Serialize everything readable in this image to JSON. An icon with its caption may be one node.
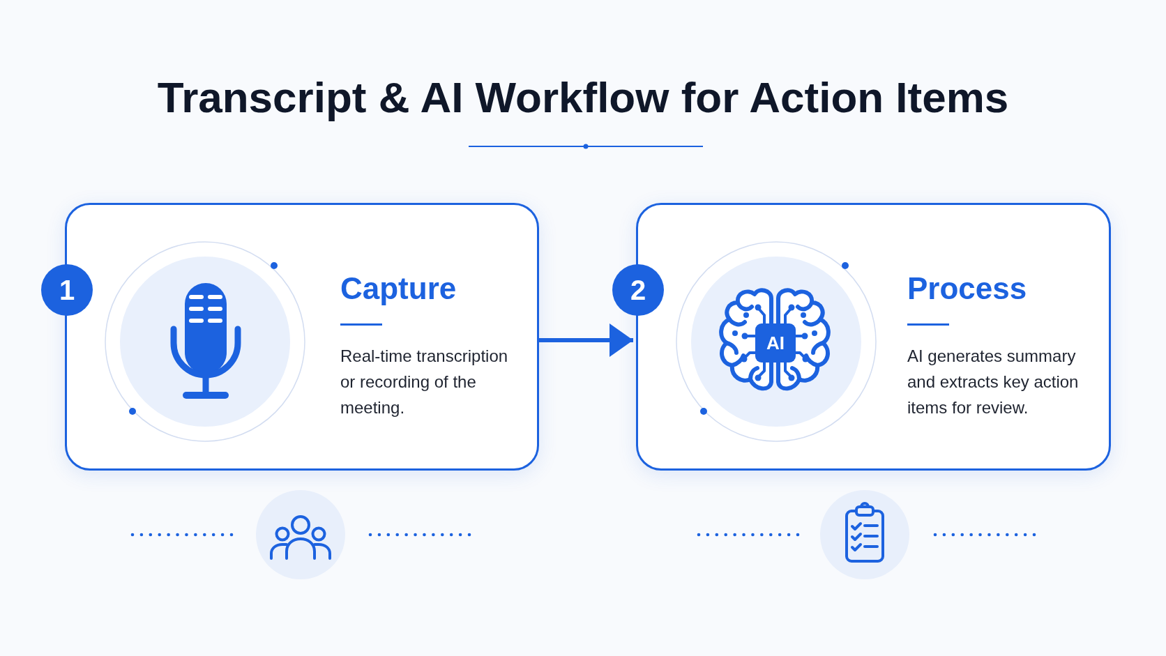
{
  "diagram": {
    "title": "Transcript & AI Workflow for Action Items",
    "nodes": [
      {
        "text": [
          "1"
        ]
      },
      {
        "text": [
          "Capture",
          "Real-time transcription or recording of the meeting."
        ]
      },
      {
        "text": [
          "2"
        ]
      },
      {
        "text": [
          "Process",
          "AI generates summary and extracts key action items for review."
        ]
      },
      {
        "text": [
          "AI"
        ],
        "in": 3
      }
    ],
    "edges": [
      {
        "from": 1,
        "to": 3,
        "arrow": "to"
      }
    ]
  }
}
